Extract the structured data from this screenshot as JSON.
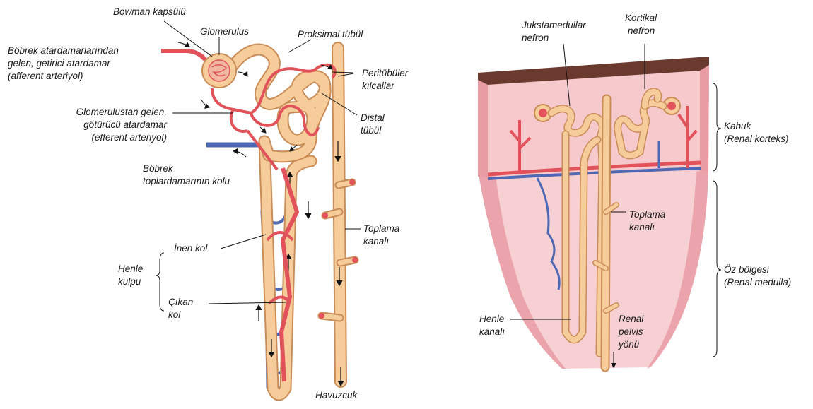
{
  "left_panel": {
    "bowman": "Bowman kapsülü",
    "glomerulus": "Glomerulus",
    "proksimal": "Proksimal tübül",
    "afferent_1": "Böbrek atardamarlarından",
    "afferent_2": "gelen, getirici atardamar",
    "afferent_3": "(afferent arteriyol)",
    "peritubuler_1": "Peritübüler",
    "peritubuler_2": "kılcallar",
    "efferent_1": "Glomerulustan gelen,",
    "efferent_2": "götürücü atardamar",
    "efferent_3": "(efferent arteriyol)",
    "distal_1": "Distal",
    "distal_2": "tübül",
    "vein_1": "Böbrek",
    "vein_2": "toplardamarının kolu",
    "toplama_1": "Toplama",
    "toplama_2": "kanalı",
    "inen_kol": "İnen kol",
    "henle_1": "Henle",
    "henle_2": "kulpu",
    "cikan_1": "Çıkan",
    "cikan_2": "kol",
    "havuzcuk": "Havuzcuk"
  },
  "right_panel": {
    "juxta_1": "Jukstamedullar",
    "juxta_2": "nefron",
    "kortikal_1": "Kortikal",
    "kortikal_2": "nefron",
    "kabuk_1": "Kabuk",
    "kabuk_2": "(Renal korteks)",
    "toplama_1": "Toplama",
    "toplama_2": "kanalı",
    "oz_1": "Öz bölgesi",
    "oz_2": "(Renal medulla)",
    "henle_1": "Henle",
    "henle_2": "kanalı",
    "renal_1": "Renal",
    "renal_2": "pelvis",
    "renal_3": "yönü"
  },
  "colors": {
    "tubule_fill": "#f6cd9a",
    "tubule_edge": "#c98c57",
    "artery": "#e2525b",
    "vein": "#4f68b3",
    "cortex": "#f6c9cd",
    "medulla": "#f7d0d3",
    "capsule": "#6b3a2f",
    "rim": "#e27f8a"
  }
}
